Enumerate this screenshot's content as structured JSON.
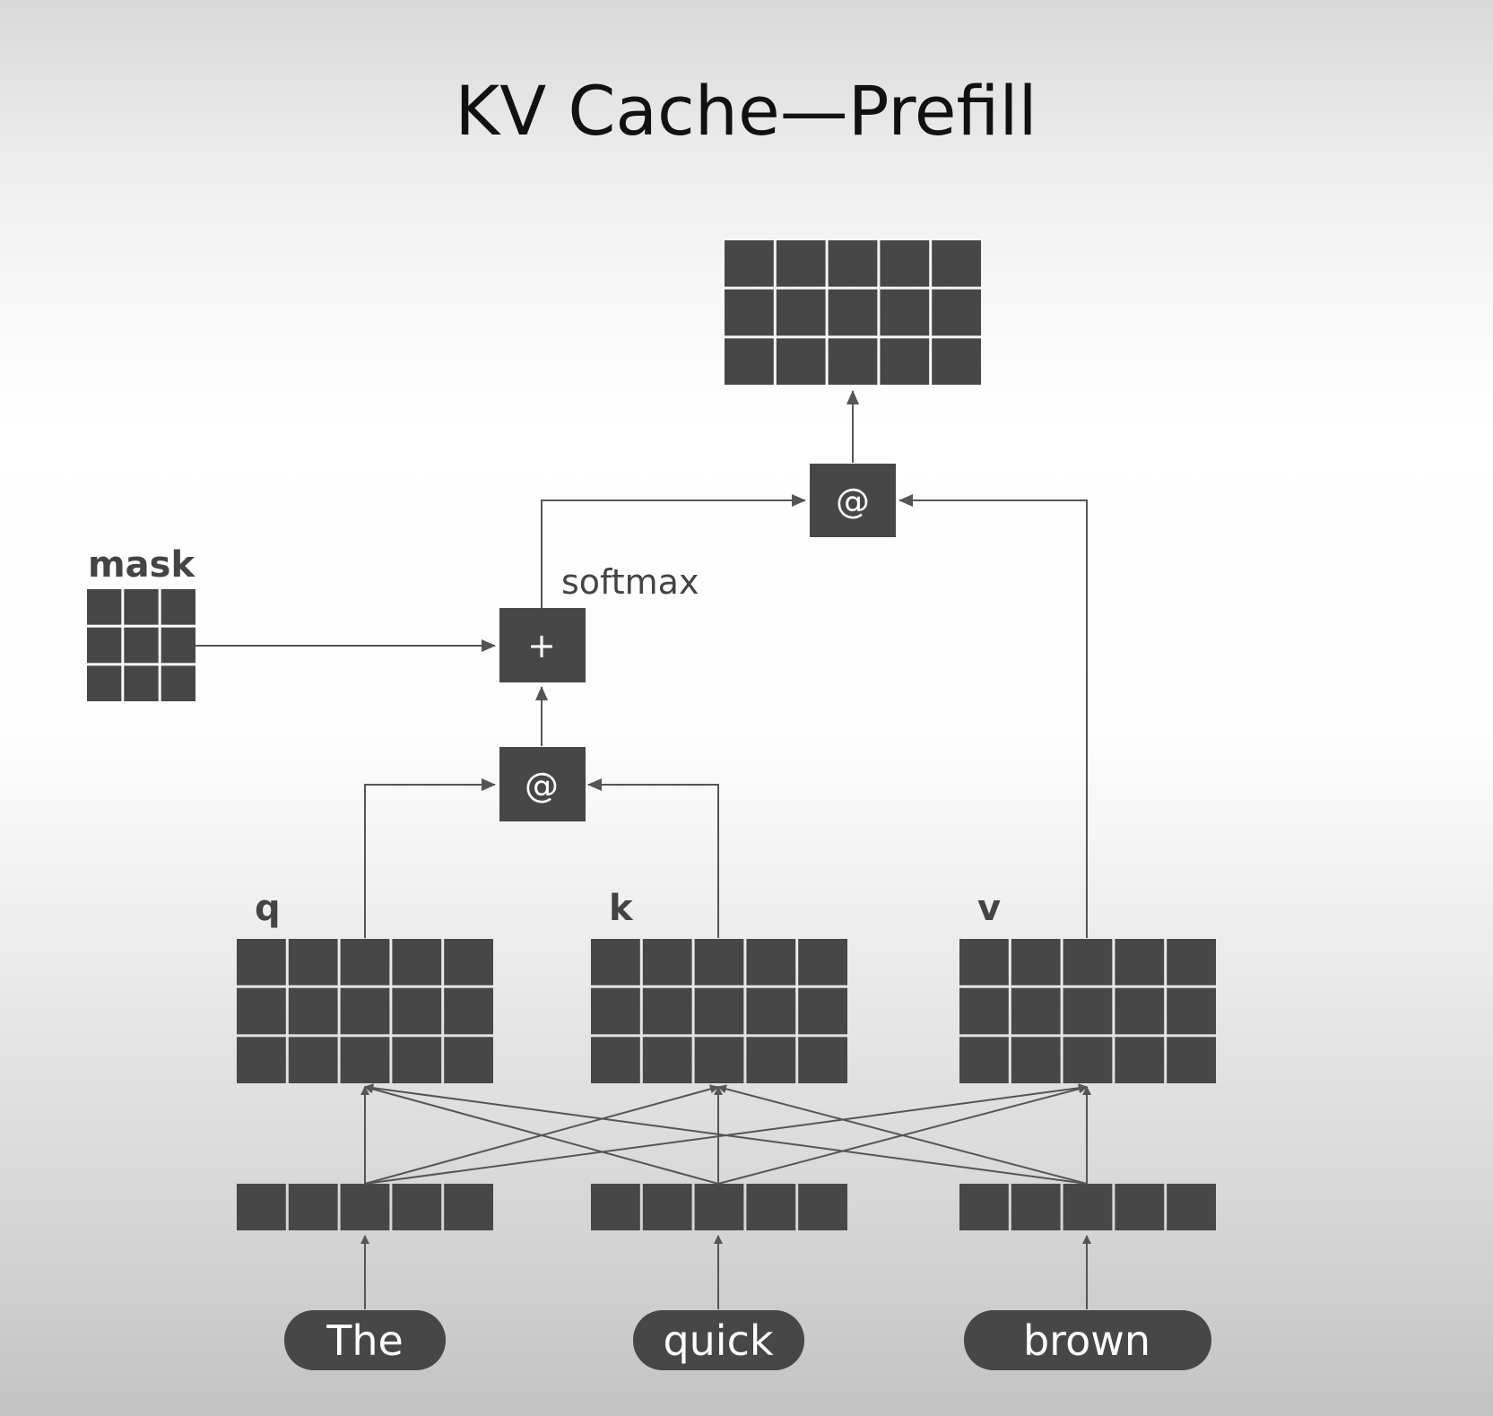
{
  "title": "KV Cache—Prefill",
  "labels": {
    "mask": "mask",
    "softmax": "softmax",
    "q": "q",
    "k": "k",
    "v": "v"
  },
  "operators": {
    "matmul_scores": "@",
    "add_mask": "+",
    "matmul_output": "@"
  },
  "tokens": [
    "The",
    "quick",
    "brown"
  ],
  "colors": {
    "block": "#474747",
    "line": "#555555",
    "title": "#111111",
    "label": "#444444"
  }
}
